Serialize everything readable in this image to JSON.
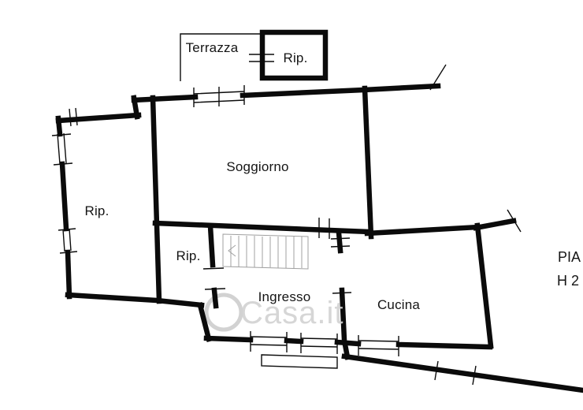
{
  "floorplan": {
    "colors": {
      "wall": "#0b0b0b",
      "ink": "#151515",
      "watermark": "#d2d2d2"
    },
    "rooms": {
      "terrazza": "Terrazza",
      "rip_top": "Rip.",
      "soggiorno": "Soggiorno",
      "rip_left": "Rip.",
      "rip_small": "Rip.",
      "ingresso": "Ingresso",
      "cucina": "Cucina"
    },
    "side_text": {
      "line1": "PIA",
      "line2": "H 2"
    },
    "watermark": "Casa.it"
  }
}
